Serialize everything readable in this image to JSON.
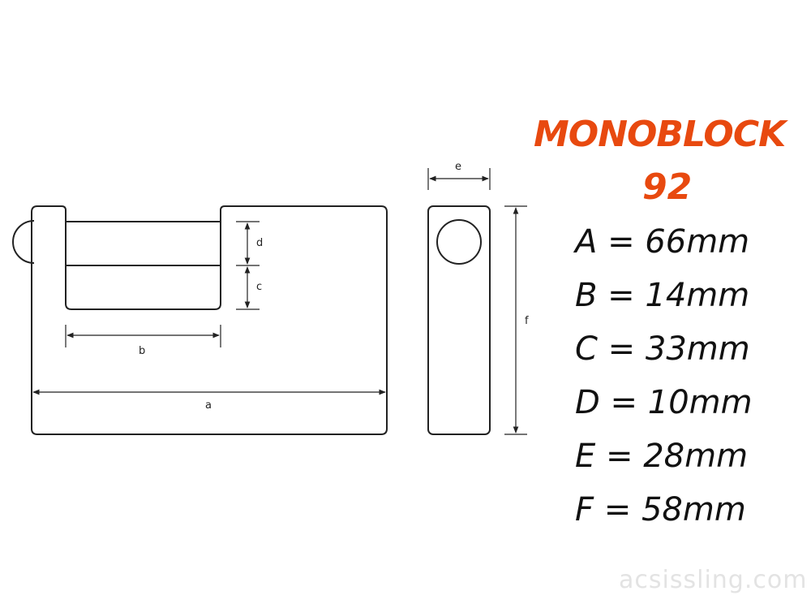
{
  "title": {
    "line1": "MONOBLOCK",
    "line2": "92",
    "color": "#e8490f"
  },
  "dimensions": [
    {
      "letter": "A",
      "text": "A = 66mm",
      "value_mm": 66
    },
    {
      "letter": "B",
      "text": "B = 14mm",
      "value_mm": 14
    },
    {
      "letter": "C",
      "text": "C = 33mm",
      "value_mm": 33
    },
    {
      "letter": "D",
      "text": "D = 10mm",
      "value_mm": 10
    },
    {
      "letter": "E",
      "text": "E = 28mm",
      "value_mm": 28
    },
    {
      "letter": "F",
      "text": "F = 58mm",
      "value_mm": 58
    }
  ],
  "diagram_labels": {
    "a": "a",
    "b": "b",
    "c": "c",
    "d": "d",
    "e": "e",
    "f": "f"
  },
  "watermark": "acsissling.com"
}
